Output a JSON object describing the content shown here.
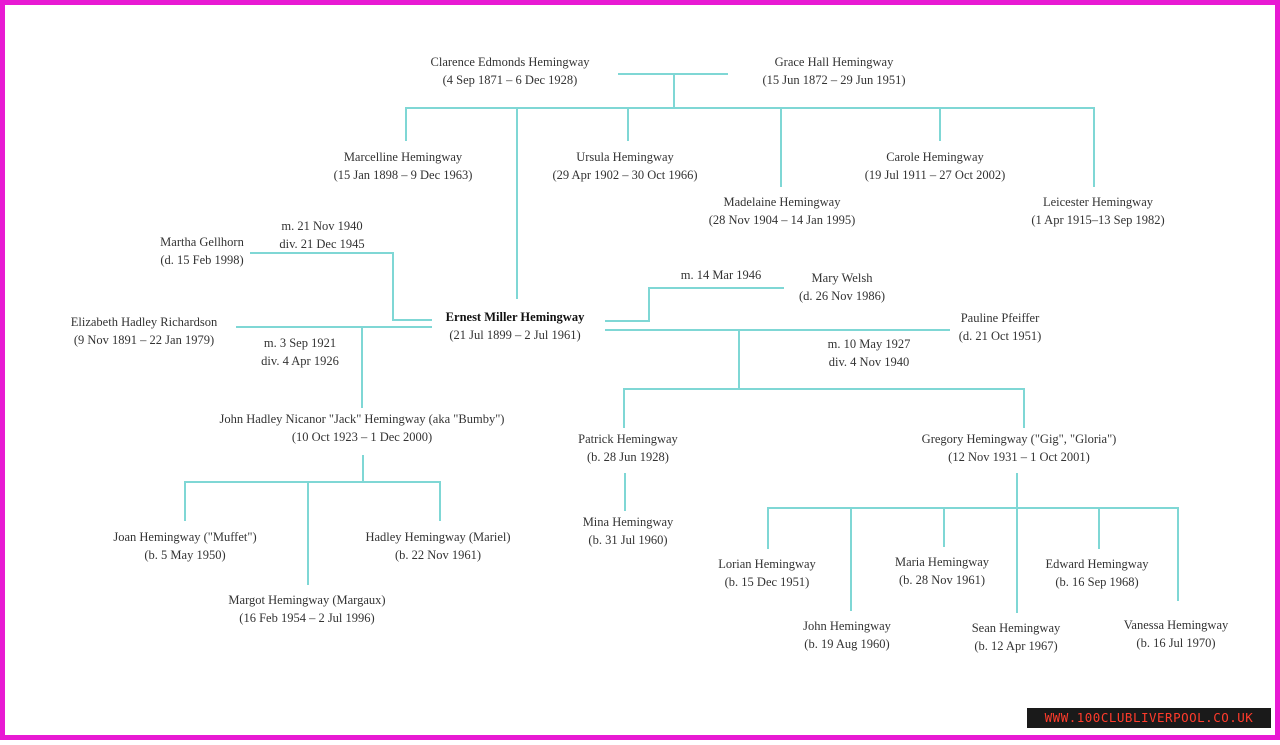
{
  "people": {
    "clarence": {
      "name": "Clarence Edmonds Hemingway",
      "dates": "(4 Sep 1871 – 6 Dec 1928)"
    },
    "grace": {
      "name": "Grace Hall Hemingway",
      "dates": "(15 Jun 1872 – 29 Jun 1951)"
    },
    "marcelline": {
      "name": "Marcelline Hemingway",
      "dates": "(15 Jan 1898 – 9 Dec 1963)"
    },
    "ursula": {
      "name": "Ursula Hemingway",
      "dates": "(29 Apr 1902 – 30 Oct 1966)"
    },
    "madelaine": {
      "name": "Madelaine Hemingway",
      "dates": "(28 Nov 1904 – 14 Jan 1995)"
    },
    "carole": {
      "name": "Carole Hemingway",
      "dates": "(19 Jul 1911 – 27 Oct 2002)"
    },
    "leicester": {
      "name": "Leicester Hemingway",
      "dates": "(1 Apr 1915–13 Sep 1982)"
    },
    "martha": {
      "name": "Martha Gellhorn",
      "dates": "(d. 15 Feb 1998)"
    },
    "elizabeth": {
      "name": "Elizabeth Hadley Richardson",
      "dates": "(9 Nov 1891 – 22 Jan 1979)"
    },
    "ernest": {
      "name": "Ernest Miller Hemingway",
      "dates": "(21 Jul 1899 – 2 Jul 1961)"
    },
    "mary": {
      "name": "Mary Welsh",
      "dates": "(d. 26 Nov 1986)"
    },
    "pauline": {
      "name": "Pauline Pfeiffer",
      "dates": "(d. 21 Oct 1951)"
    },
    "jack": {
      "name": "John Hadley Nicanor \"Jack\" Hemingway (aka \"Bumby\")",
      "dates": "(10 Oct 1923 – 1 Dec 2000)"
    },
    "patrick": {
      "name": "Patrick Hemingway",
      "dates": "(b. 28 Jun 1928)"
    },
    "gregory": {
      "name": "Gregory Hemingway (\"Gig\", \"Gloria\")",
      "dates": "(12 Nov 1931 – 1 Oct 2001)"
    },
    "joan": {
      "name": "Joan Hemingway (\"Muffet\")",
      "dates": "(b. 5 May 1950)"
    },
    "margot": {
      "name": "Margot Hemingway (Margaux)",
      "dates": "(16 Feb 1954 – 2 Jul 1996)"
    },
    "hadley": {
      "name": "Hadley Hemingway (Mariel)",
      "dates": "(b. 22 Nov 1961)"
    },
    "mina": {
      "name": "Mina Hemingway",
      "dates": "(b. 31 Jul 1960)"
    },
    "lorian": {
      "name": "Lorian Hemingway",
      "dates": "(b. 15 Dec 1951)"
    },
    "john": {
      "name": "John Hemingway",
      "dates": "(b. 19 Aug 1960)"
    },
    "maria": {
      "name": "Maria Hemingway",
      "dates": "(b. 28 Nov 1961)"
    },
    "sean": {
      "name": "Sean Hemingway",
      "dates": "(b. 12 Apr 1967)"
    },
    "edward": {
      "name": "Edward Hemingway",
      "dates": "(b. 16 Sep 1968)"
    },
    "vanessa": {
      "name": "Vanessa Hemingway",
      "dates": "(b. 16 Jul 1970)"
    }
  },
  "marriages": {
    "martha": {
      "married": "m. 21 Nov 1940",
      "divorced": "div. 21 Dec 1945"
    },
    "elizabeth": {
      "married": "m. 3 Sep 1921",
      "divorced": "div. 4 Apr 1926"
    },
    "mary": {
      "married": "m. 14 Mar 1946"
    },
    "pauline": {
      "married": "m. 10 May 1927",
      "divorced": "div. 4 Nov 1940"
    }
  },
  "watermark": "WWW.100CLUBLIVERPOOL.CO.UK",
  "colors": {
    "border": "#e81ad3",
    "connector": "#7fd7d5",
    "watermark_bg": "#1a1a1a",
    "watermark_text": "#ff3b2b"
  }
}
